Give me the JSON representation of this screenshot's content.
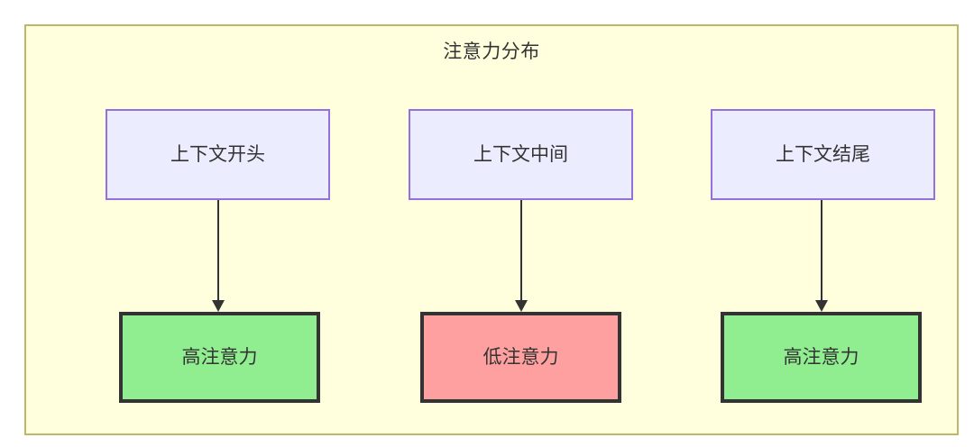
{
  "diagram": {
    "type": "flowchart",
    "direction": "top-down",
    "container": {
      "title": "注意力分布",
      "fill_color": "#ffffde",
      "border_color": "#bdb76b"
    },
    "nodes": [
      {
        "id": "ctx-start",
        "label": "上下文开头",
        "row": "context",
        "column": 1,
        "fill_color": "#ececff",
        "border_color": "#9370db",
        "text_color": "#333333"
      },
      {
        "id": "ctx-middle",
        "label": "上下文中间",
        "row": "context",
        "column": 2,
        "fill_color": "#ececff",
        "border_color": "#9370db",
        "text_color": "#333333"
      },
      {
        "id": "ctx-end",
        "label": "上下文结尾",
        "row": "context",
        "column": 3,
        "fill_color": "#ececff",
        "border_color": "#9370db",
        "text_color": "#333333"
      },
      {
        "id": "attn-start",
        "label": "高注意力",
        "row": "attention",
        "column": 1,
        "fill_color": "#90ee90",
        "border_color": "#333333",
        "text_color": "#333333"
      },
      {
        "id": "attn-middle",
        "label": "低注意力",
        "row": "attention",
        "column": 2,
        "fill_color": "#ffa0a0",
        "border_color": "#333333",
        "text_color": "#333333"
      },
      {
        "id": "attn-end",
        "label": "高注意力",
        "row": "attention",
        "column": 3,
        "fill_color": "#90ee90",
        "border_color": "#333333",
        "text_color": "#333333"
      }
    ],
    "edges": [
      {
        "id": "edge-start",
        "from": "ctx-start",
        "to": "attn-start",
        "label": "",
        "arrowhead": "solid-triangle",
        "color": "#333333"
      },
      {
        "id": "edge-middle",
        "from": "ctx-middle",
        "to": "attn-middle",
        "label": "",
        "arrowhead": "solid-triangle",
        "color": "#333333"
      },
      {
        "id": "edge-end",
        "from": "ctx-end",
        "to": "attn-end",
        "label": "",
        "arrowhead": "solid-triangle",
        "color": "#333333"
      }
    ]
  }
}
